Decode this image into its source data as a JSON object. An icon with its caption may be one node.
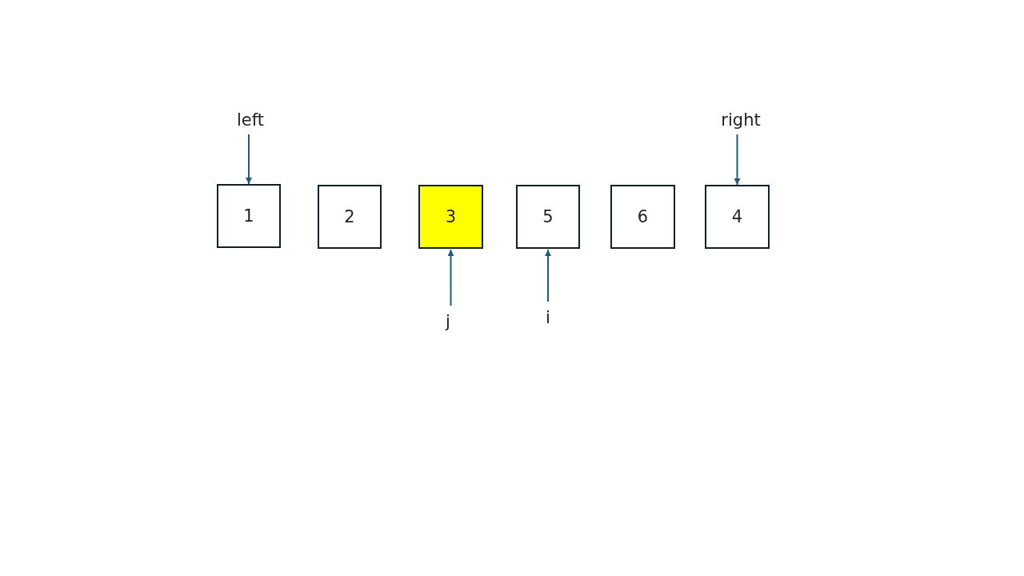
{
  "diagram": {
    "nodes": [
      {
        "text": [
          "left"
        ]
      },
      {
        "text": [
          "right"
        ]
      },
      {
        "text": [
          "1"
        ]
      },
      {
        "text": [
          "2"
        ]
      },
      {
        "text": [
          "3"
        ]
      },
      {
        "text": [
          "5"
        ]
      },
      {
        "text": [
          "6"
        ]
      },
      {
        "text": [
          "4"
        ]
      },
      {
        "text": [
          "j"
        ]
      },
      {
        "text": [
          "i"
        ]
      }
    ],
    "edges": [
      {
        "from": 0,
        "to": 2,
        "arrow": "to"
      },
      {
        "from": 1,
        "to": 7,
        "arrow": "to"
      },
      {
        "from": 8,
        "to": 4,
        "arrow": "to"
      },
      {
        "from": 9,
        "to": 5,
        "arrow": "to"
      }
    ]
  }
}
